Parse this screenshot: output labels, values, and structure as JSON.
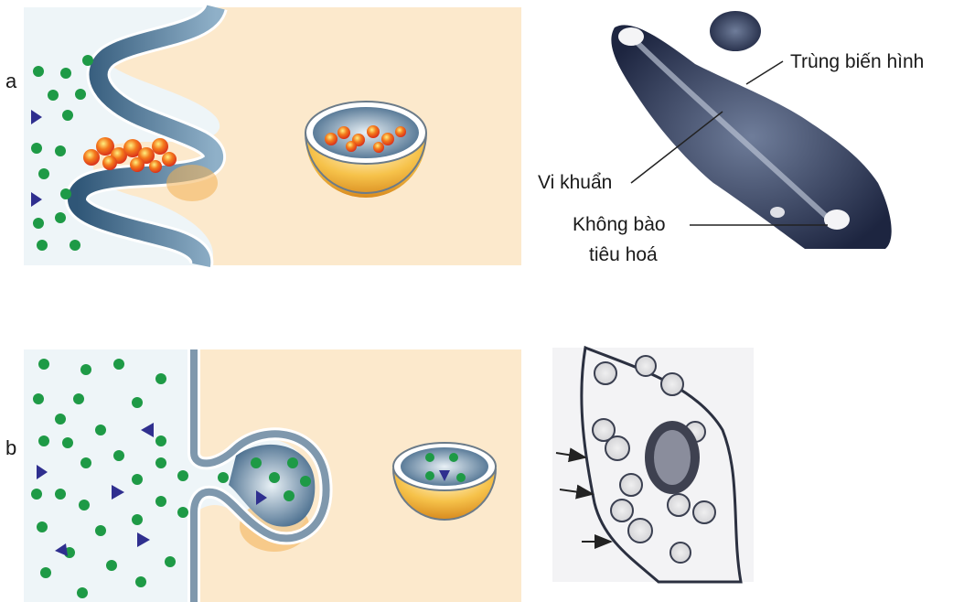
{
  "rows": {
    "a": {
      "label": "a"
    },
    "b": {
      "label": "b"
    }
  },
  "labels": {
    "amoeba": "Trùng biến hình",
    "bacteria": "Vi khuẩn",
    "vacuole_line1": "Không bào",
    "vacuole_line2": "tiêu hoá"
  },
  "colors": {
    "cell_fill": "#fce9cc",
    "outside_fill": "#eef5f8",
    "membrane_fill": "#4b7090",
    "membrane_edge": "#ffffff",
    "particle_green": "#1e9a46",
    "particle_blue": "#2f2f8f",
    "food_red": "#e8421c",
    "vesicle_orange": "#f2a23a"
  },
  "icons": {
    "particle": "green-dot",
    "solute": "blue-triangle",
    "arrow": "black-arrow"
  }
}
